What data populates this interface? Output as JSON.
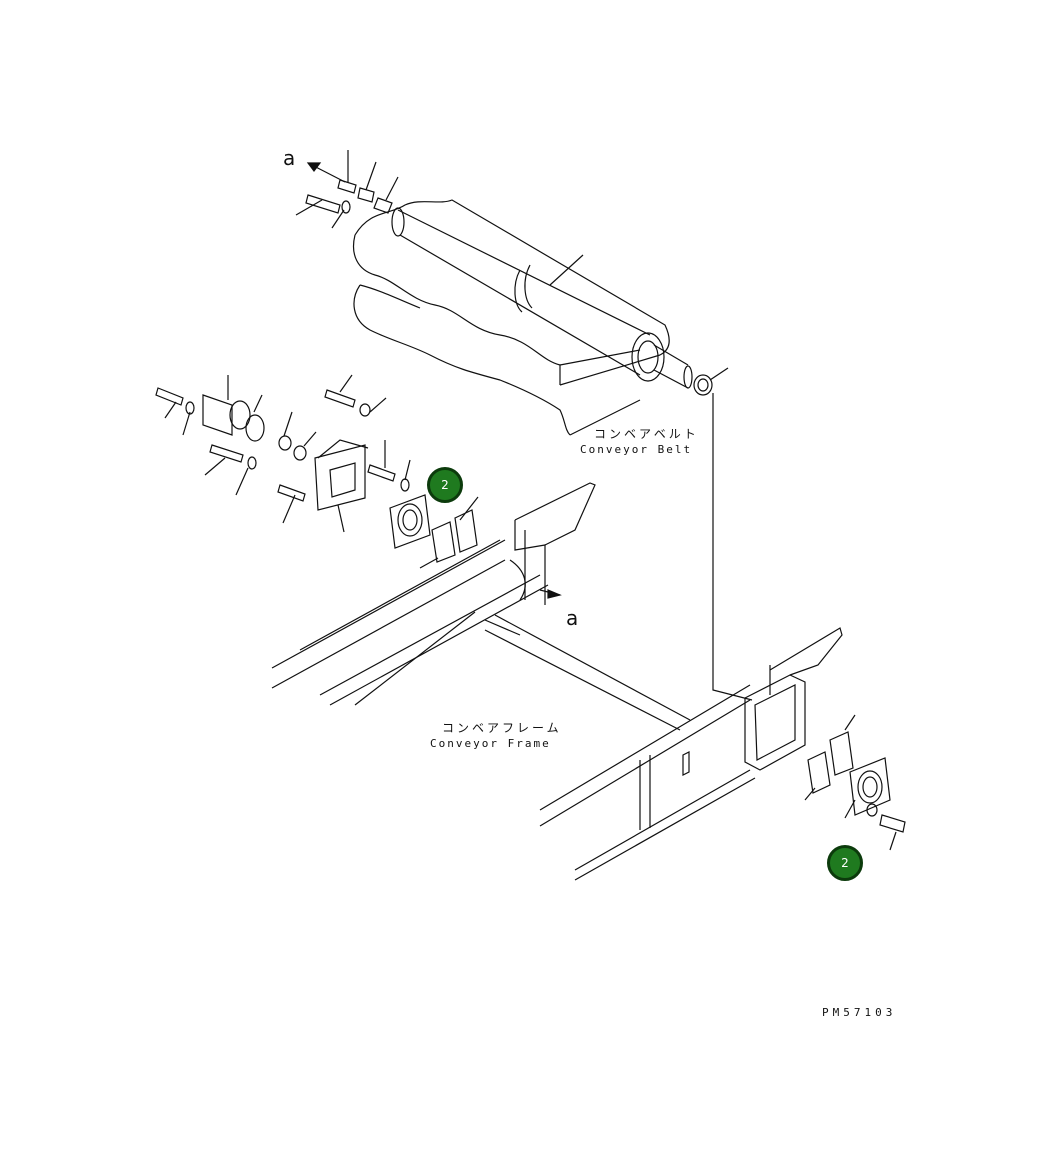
{
  "labels": {
    "belt_jp": "コンベアベルト",
    "belt_en": "Conveyor Belt",
    "frame_jp": "コンベアフレーム",
    "frame_en": "Conveyor Frame",
    "view_a_top": "a",
    "view_a_mid": "a",
    "drawing_code": "PM57103"
  },
  "markers": [
    {
      "label": "2",
      "color": "#1f7a1f"
    },
    {
      "label": "2",
      "color": "#1f7a1f"
    }
  ],
  "colors": {
    "line": "#111111",
    "marker_fill": "#1f7a1f",
    "marker_border": "#0c3b0c"
  }
}
